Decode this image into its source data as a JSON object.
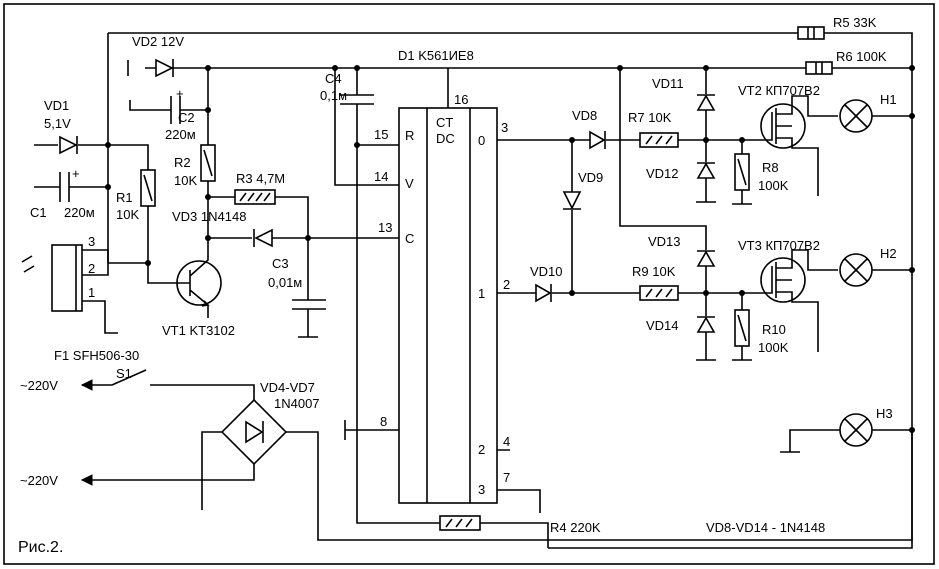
{
  "figure_caption": "Рис.2.",
  "labels": {
    "r5": "R5 33K",
    "r6": "R6 100K",
    "d1": "D1 K561ИЕ8",
    "vd2": "VD2 12V",
    "c4a": "C4",
    "c4b": "0,1м",
    "vd1a": "VD1",
    "vd1b": "5,1V",
    "c2a": "C2",
    "c2b": "220м",
    "r2a": "R2",
    "r2b": "10K",
    "r3": "R3 4,7M",
    "vd3": "VD3 1N4148",
    "c1": "C1",
    "c1v": "220м",
    "r1a": "R1",
    "r1b": "10K",
    "c3a": "C3",
    "c3b": "0,01м",
    "vt1": "VT1 KT3102",
    "f1": "F1 SFH506-30",
    "s1": "S1",
    "ac1": "~220V",
    "ac2": "~220V",
    "vd47a": "VD4-VD7",
    "vd47b": "1N4007",
    "vd8": "VD8",
    "vd9": "VD9",
    "vd10": "VD10",
    "vd11": "VD11",
    "vd12": "VD12",
    "vd13": "VD13",
    "vd14": "VD14",
    "r7": "R7 10K",
    "r9": "R9 10K",
    "r8a": "R8",
    "r8b": "100K",
    "r10a": "R10",
    "r10b": "100K",
    "vt2": "VT2 КП707В2",
    "vt3": "VT3 КП707В2",
    "h1": "H1",
    "h2": "H2",
    "h3": "H3",
    "r4": "R4 220K",
    "note": "VD8-VD14 - 1N4148",
    "ic_ct": "CT",
    "ic_dc": "DC",
    "plus": "+"
  },
  "pins": {
    "p16": "16",
    "p15": "15",
    "p14": "14",
    "p13": "13",
    "p8": "8",
    "r": "R",
    "v": "V",
    "c": "C",
    "o0": "0",
    "o1": "1",
    "o2": "2",
    "o3": "3",
    "n3": "3",
    "n2": "2",
    "n4": "4",
    "n7": "7",
    "f3": "3",
    "f2": "2",
    "f1": "1"
  }
}
